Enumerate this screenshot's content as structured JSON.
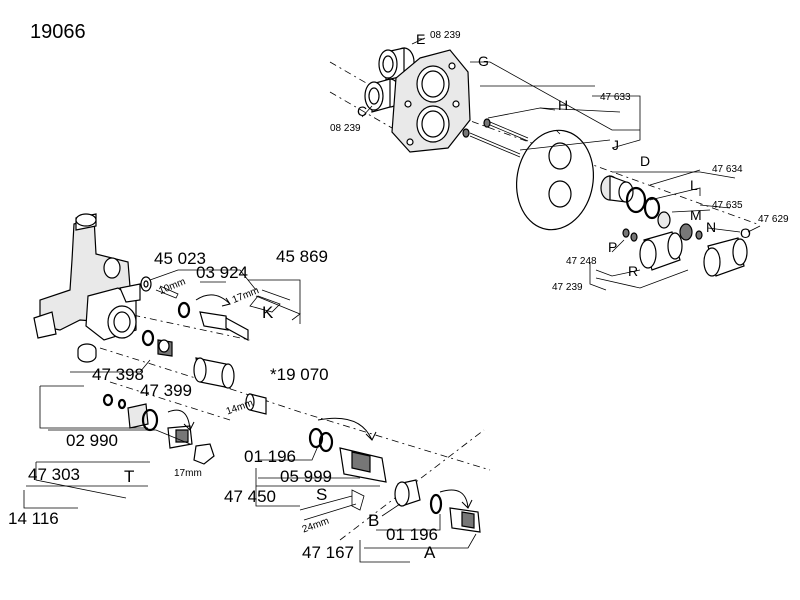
{
  "title": "19066",
  "labels": {
    "E": "E",
    "C": "C",
    "G": "G",
    "H": "H",
    "J": "J",
    "D": "D",
    "L": "L",
    "M": "M",
    "N": "N",
    "O": "O",
    "P": "P",
    "R": "R",
    "K": "K",
    "T": "T",
    "S": "S",
    "B": "B",
    "A": "A"
  },
  "part_numbers": {
    "p08239_top": "08 239",
    "p08239_bottom": "08 239",
    "p47633": "47 633",
    "p47634": "47 634",
    "p47635": "47 635",
    "p47629": "47 629",
    "p47248": "47 248",
    "p47239": "47 239",
    "p45023": "45 023",
    "p03924": "03 924",
    "p45869": "45 869",
    "p47398": "47 398",
    "p47399": "47 399",
    "p19070": "*19 070",
    "p02990": "02 990",
    "p47303": "47 303",
    "p14116": "14 116",
    "p01196a": "01 196",
    "p05999": "05 999",
    "p47450": "47 450",
    "p01196b": "01 196",
    "p47167": "47 167"
  },
  "wrench_sizes": {
    "w10": "10mm",
    "w17a": "17mm",
    "w14": "14mm",
    "w17b": "17mm",
    "w24": "24mm"
  }
}
